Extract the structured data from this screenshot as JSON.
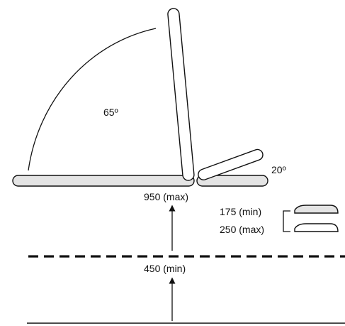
{
  "diagram": {
    "labels": {
      "backrest_angle": "65º",
      "legrest_angle": "20º",
      "height_max": "950 (max)",
      "height_min": "450 (min)",
      "cushion_min": "175 (min)",
      "cushion_max": "250 (max)"
    }
  }
}
